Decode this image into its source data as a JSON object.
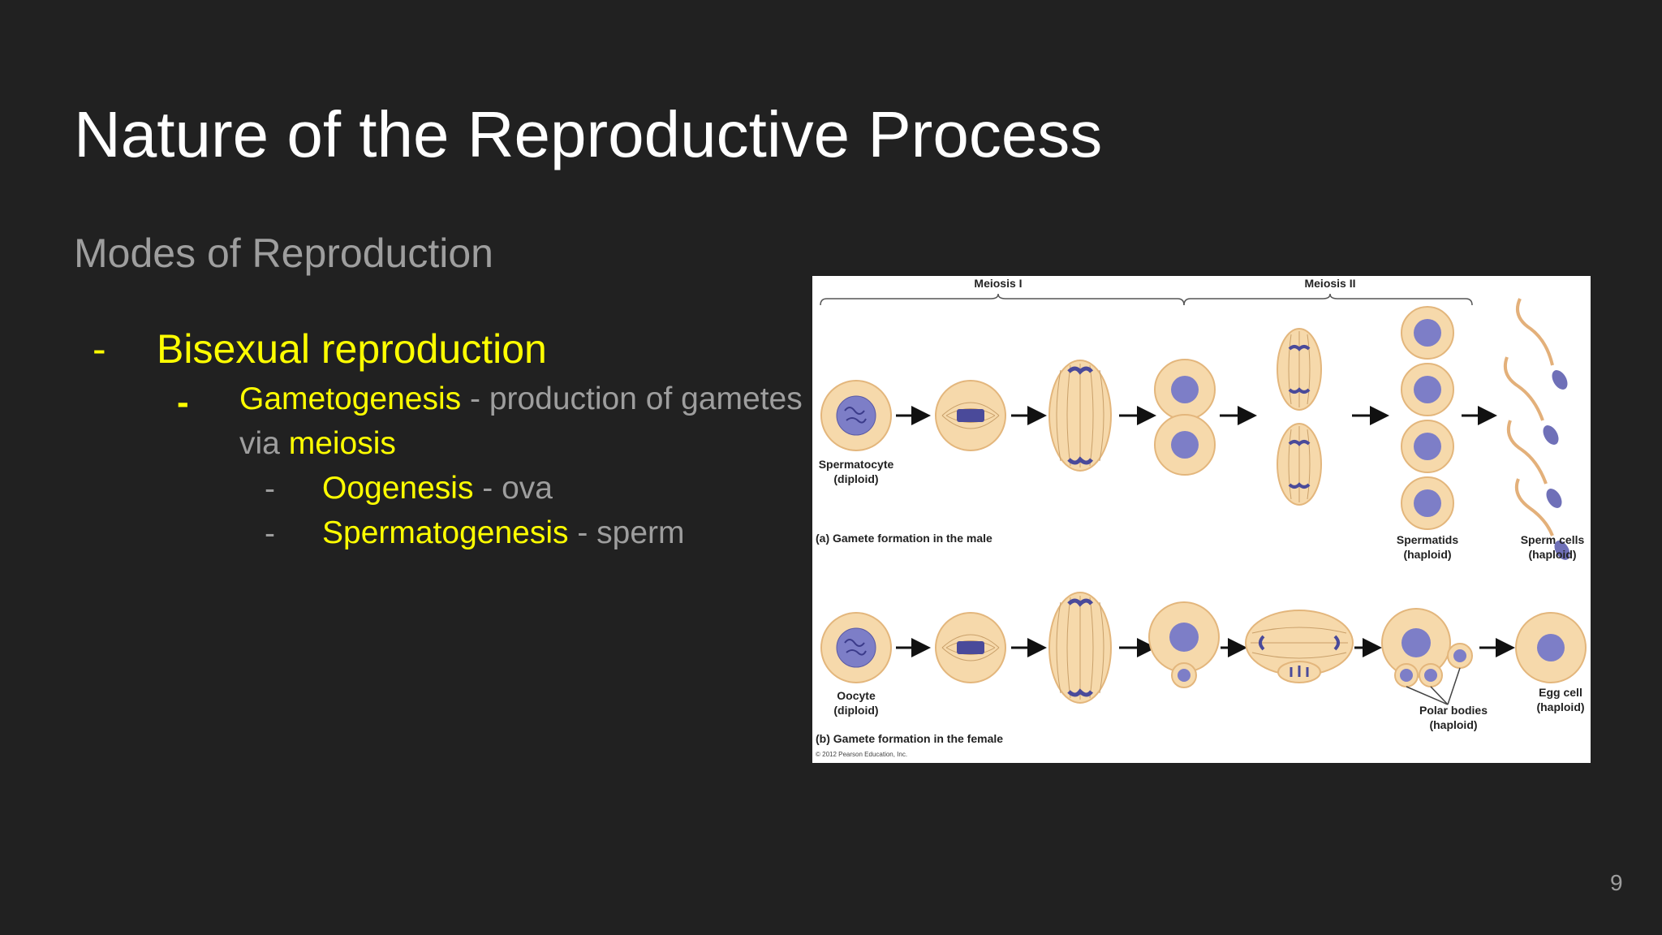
{
  "slide": {
    "title": "Nature of the Reproductive Process",
    "subtitle": "Modes of Reproduction",
    "page_number": "9"
  },
  "bullets": {
    "l1": {
      "marker": "-",
      "text": "Bisexual reproduction"
    },
    "l2": {
      "marker": "-",
      "term": "Gametogenesis",
      "rest": " - production of gametes",
      "line2_prefix": "via ",
      "line2_term": "meiosis"
    },
    "l3a": {
      "marker": "-",
      "term": "Oogenesis",
      "rest": " - ova"
    },
    "l3b": {
      "marker": "-",
      "term": "Spermatogenesis",
      "rest": " - sperm"
    }
  },
  "figure": {
    "meiosis1": "Meiosis I",
    "meiosis2": "Meiosis II",
    "spermatocyte": "Spermatocyte",
    "diploid": "(diploid)",
    "spermatids": "Spermatids",
    "sperm_cells": "Sperm cells",
    "haploid": "(haploid)",
    "caption_a": "(a) Gamete formation in the male",
    "oocyte": "Oocyte",
    "polar_bodies": "Polar bodies",
    "egg_cell": "Egg cell",
    "caption_b": "(b) Gamete formation in the female",
    "copyright": "© 2012 Pearson Education, Inc.",
    "colors": {
      "cell_fill": "#f6d9ab",
      "cell_edge": "#e3b67c",
      "nucleus": "#7d7ec7",
      "chromosome": "#4a4a9a"
    }
  }
}
